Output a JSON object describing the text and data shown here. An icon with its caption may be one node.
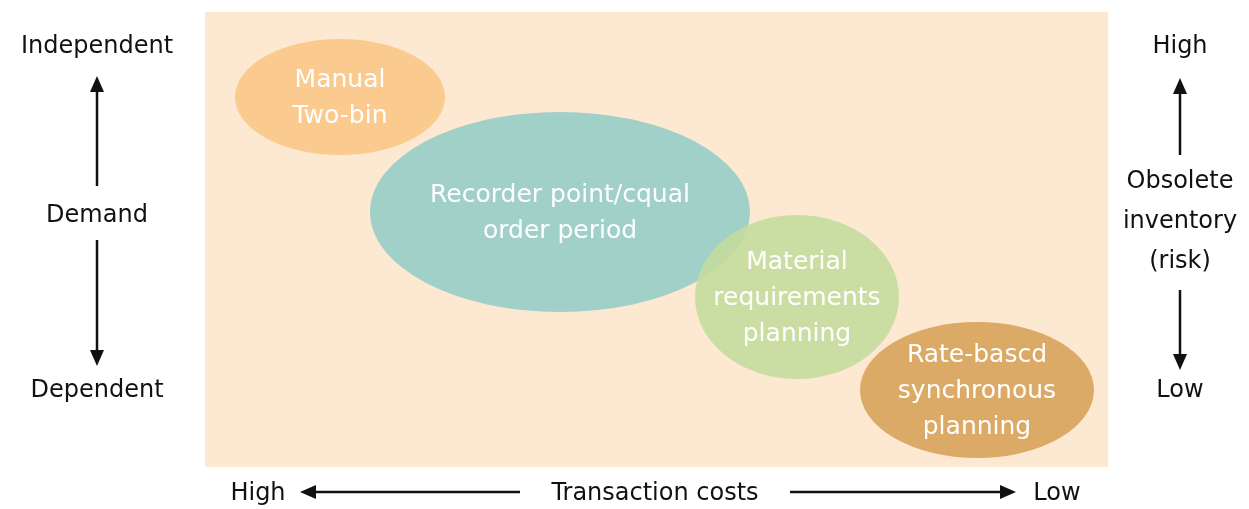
{
  "diagram": {
    "nodes": [
      {
        "text": [
          "Manual Two-bin"
        ]
      },
      {
        "text": [
          "Recorder point/cqual order period"
        ]
      },
      {
        "text": [
          "Material requirements planning"
        ]
      },
      {
        "text": [
          "Rate-bascd synchronous planning"
        ]
      }
    ],
    "labels": [
      "Independent",
      "High",
      "Demand",
      "Obsolete inventory (risk)",
      "Dependent",
      "Low",
      "High",
      "Transaction costs",
      "Low"
    ]
  }
}
